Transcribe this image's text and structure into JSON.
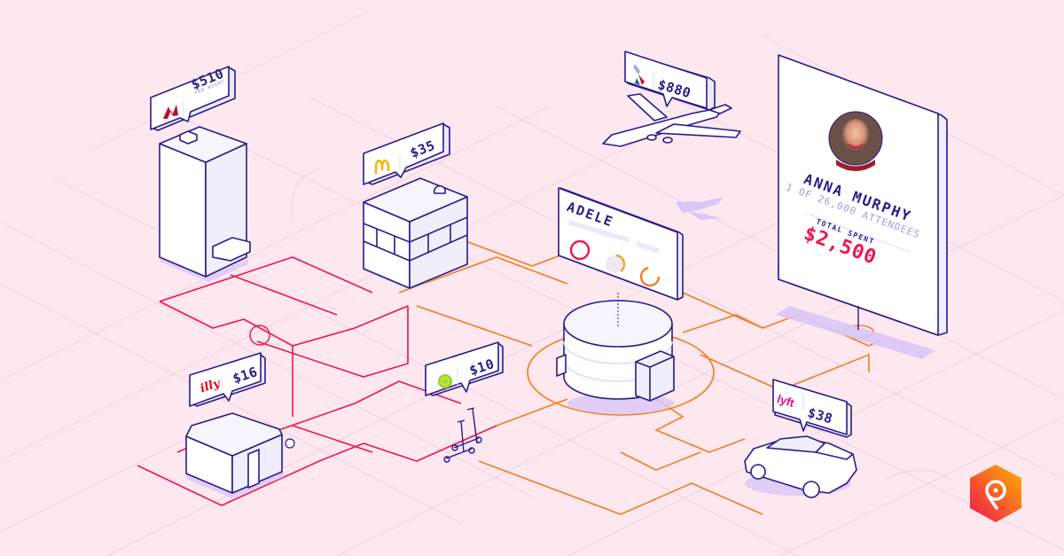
{
  "illustration": {
    "theme": "Event attendee spending map",
    "background_color": "#fde8ef",
    "accent_colors": {
      "outline": "#2a1a8c",
      "route_red": "#f0144f",
      "route_orange": "#f57c1f",
      "total_spent": "#f0144f",
      "subtle_purple": "#d9c6f7"
    }
  },
  "price_tags": [
    {
      "id": "hotel",
      "brand_icon": "marriott-logo-icon",
      "price": "$510",
      "sub": "PER NIGHT"
    },
    {
      "id": "restaurant",
      "brand_icon": "mcdonalds-logo-icon",
      "price": "$35"
    },
    {
      "id": "flight",
      "brand_icon": "american-airlines-logo-icon",
      "price": "$880"
    },
    {
      "id": "coffee",
      "brand_icon": "illy-logo-icon",
      "brand_text": "illy",
      "price": "$16"
    },
    {
      "id": "scooter",
      "brand_icon": "lime-logo-icon",
      "price": "$10"
    },
    {
      "id": "rideshare",
      "brand_icon": "lyft-logo-icon",
      "brand_text": "lyft",
      "price": "$38"
    }
  ],
  "event_card": {
    "title": "ADELE"
  },
  "attendee_card": {
    "name": "ANNA MURPHY",
    "subtitle": "1 OF 26,000 ATTENDEES",
    "total_label": "TOTAL SPENT",
    "total_value": "$2,500"
  },
  "brand_logo": {
    "icon": "location-pin-hex-logo-icon"
  }
}
